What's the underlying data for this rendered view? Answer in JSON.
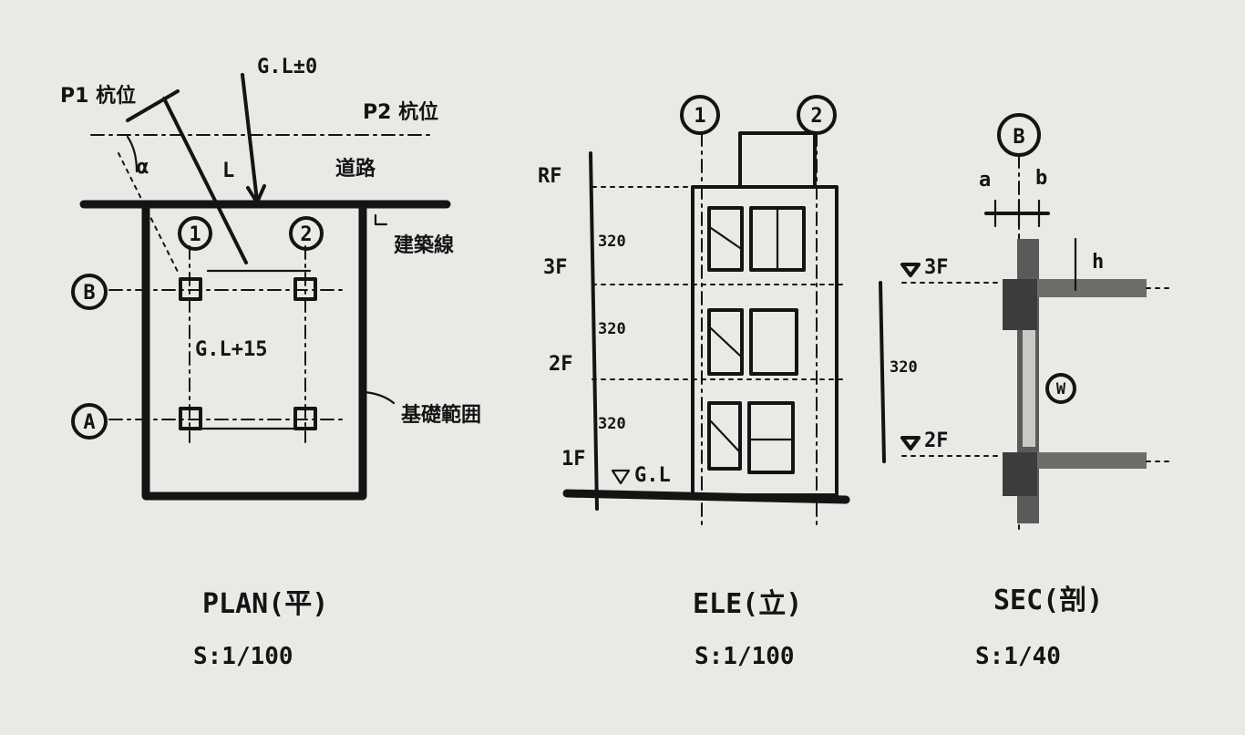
{
  "plan": {
    "title": "PLAN(平)",
    "scale": "S:1/100",
    "gl_top": "G.L±0",
    "p1": "P1 杭位",
    "p2": "P2 杭位",
    "road": "道路",
    "angle": "α",
    "length": "L",
    "line_label": "建築線",
    "foundation": "基礎範囲",
    "level_mark": "G.L+15",
    "grid": [
      "1",
      "2",
      "B",
      "A"
    ]
  },
  "elevation": {
    "title": "ELE(立)",
    "scale": "S:1/100",
    "grid": [
      "1",
      "2"
    ],
    "levels": [
      "RF",
      "3F",
      "2F",
      "1F"
    ],
    "heights": [
      "320",
      "320",
      "320"
    ],
    "gl": "G.L"
  },
  "section": {
    "title": "SEC(剖)",
    "scale": "S:1/40",
    "grid": "B",
    "a": "a",
    "b": "b",
    "h": "h",
    "level_top": "3F",
    "level_bottom": "2F",
    "height": "320",
    "window": "W"
  }
}
